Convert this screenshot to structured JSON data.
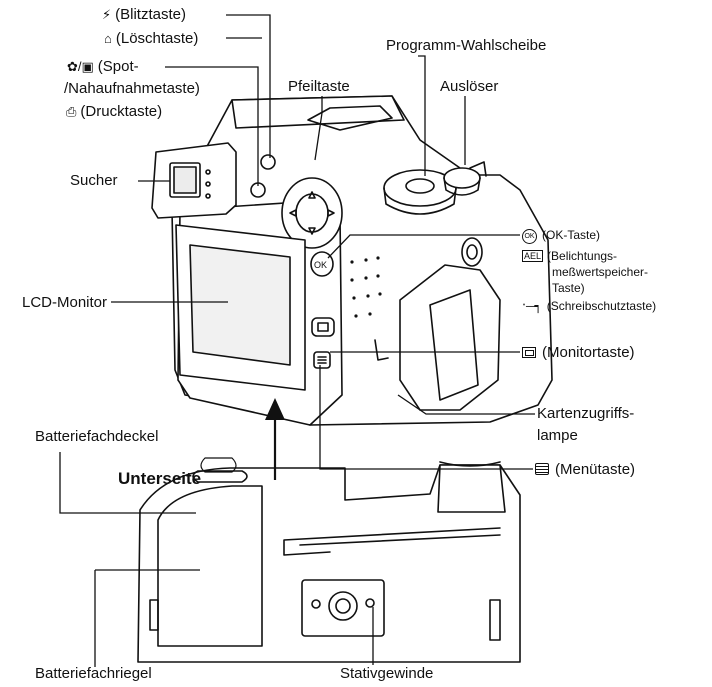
{
  "labels": {
    "blitz": "(Blitztaste)",
    "loesch": "(Löschtaste)",
    "spot_1": "(Spot-",
    "spot_2": "/Nahaufnahmetaste)",
    "druck": "(Drucktaste)",
    "programm": "Programm-Wahlscheibe",
    "pfeil": "Pfeiltaste",
    "ausloeser": "Auslöser",
    "sucher": "Sucher",
    "ok": "(OK-Taste)",
    "ael_icon": "AEL",
    "ok_icon": "OK",
    "belicht_1": "(Belichtungs-",
    "belicht_2": "meßwertspeicher-",
    "belicht_3": "Taste)",
    "schreib": "(Schreibschutztaste)",
    "lcd": "LCD-Monitor",
    "monitor": "(Monitortaste)",
    "karten_1": "Kartenzugriffs-",
    "karten_2": "lampe",
    "batteriedeckel": "Batteriefachdeckel",
    "unterseite": "Unterseite",
    "menu": "(Menütaste)",
    "batterieriegel": "Batteriefachriegel",
    "stativ": "Stativgewinde"
  },
  "icons": {
    "flash": "flash-icon",
    "erase": "erase-icon",
    "spot_macro": "spot-macro-icon",
    "print": "print-icon",
    "ok": "ok-icon",
    "ael": "ael-icon",
    "key": "protect-key-icon",
    "monitor": "monitor-icon",
    "menu": "menu-icon"
  },
  "colors": {
    "line": "#111111",
    "camera_fill": "#ffffff",
    "background": "#ffffff"
  }
}
